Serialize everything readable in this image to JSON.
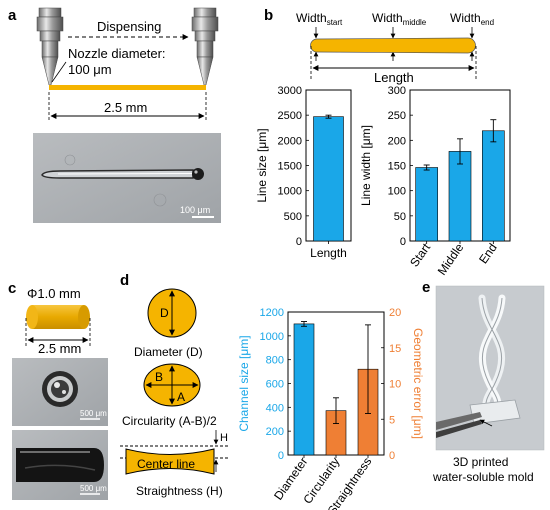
{
  "panels": {
    "a": {
      "letter": "a",
      "dispensing": "Dispensing",
      "nozzle_label_1": "Nozzle diameter:",
      "nozzle_label_2": "100 μm",
      "length": "2.5 mm",
      "scale": "100 μm"
    },
    "b": {
      "letter": "b",
      "width_prefix": "Width",
      "sub_start": "start",
      "sub_middle": "middle",
      "sub_end": "end",
      "length": "Length"
    },
    "c": {
      "letter": "c",
      "phi": "Φ1.0 mm",
      "length": "2.5 mm",
      "scale1": "500 μm",
      "scale2": "500 μm"
    },
    "d": {
      "letter": "d",
      "d_letter": "D",
      "diameter": "Diameter (D)",
      "a_letter": "A",
      "b_letter": "B",
      "circularity": "Circularity (A-B)/2",
      "h_letter": "H",
      "center_line": "Center line",
      "straightness": "Straightness (H)"
    },
    "e": {
      "letter": "e",
      "caption_1": "3D printed",
      "caption_2": "water-soluble mold"
    }
  },
  "colors": {
    "blue": "#1aa7e8",
    "orange": "#ef7f34",
    "yellow": "#f5b400",
    "cyan_axis": "#1aa7e8",
    "orange_axis": "#ef7f34"
  },
  "chart_data": [
    {
      "type": "bar",
      "categories": [
        "Length"
      ],
      "values": [
        2470
      ],
      "errors": [
        30
      ],
      "xlabel": "",
      "ylabel": "Line size [μm]",
      "ylim": [
        0,
        3000
      ],
      "yticks": [
        0,
        500,
        1000,
        1500,
        2000,
        2500,
        3000
      ],
      "grid": false
    },
    {
      "type": "bar",
      "categories": [
        "Start",
        "Middle",
        "End"
      ],
      "values": [
        146,
        178,
        219
      ],
      "errors": [
        5,
        25,
        22
      ],
      "xlabel": "",
      "ylabel": "Line width [μm]",
      "ylim": [
        0,
        300
      ],
      "yticks": [
        0,
        50,
        100,
        150,
        200,
        250,
        300
      ],
      "grid": false
    },
    {
      "type": "bar",
      "categories": [
        "Diameter",
        "Circularity",
        "Straightness"
      ],
      "series": [
        {
          "values": [
            1100,
            null,
            null
          ],
          "errors": [
            20,
            null,
            null
          ],
          "axis": "left"
        },
        {
          "values": [
            null,
            6.2,
            12
          ],
          "errors": [
            null,
            1.8,
            6.2
          ],
          "axis": "right"
        }
      ],
      "ylabel": "Channel size [μm]",
      "ylim": [
        0,
        1200
      ],
      "yticks": [
        0,
        200,
        400,
        600,
        800,
        1000,
        1200
      ],
      "y2label": "Geometric error [μm]",
      "y2lim": [
        0,
        20
      ],
      "y2ticks": [
        0,
        5,
        10,
        15,
        20
      ],
      "grid": false
    }
  ]
}
